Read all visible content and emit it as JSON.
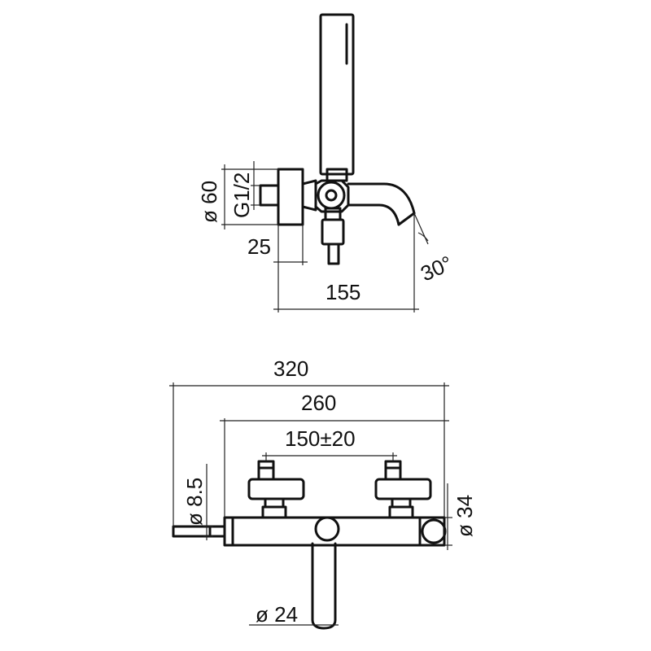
{
  "side_view": {
    "dim_diameter_60": "ø 60",
    "dim_thread": "G1/2",
    "dim_offset": "25",
    "dim_projection": "155",
    "dim_angle": "30°"
  },
  "front_view": {
    "dim_overall_width": "320",
    "dim_body_width": "260",
    "dim_centers": "150±20",
    "dim_pin_diameter": "ø 8.5",
    "dim_body_diameter": "ø 34",
    "dim_spout_diameter": "ø 24"
  }
}
